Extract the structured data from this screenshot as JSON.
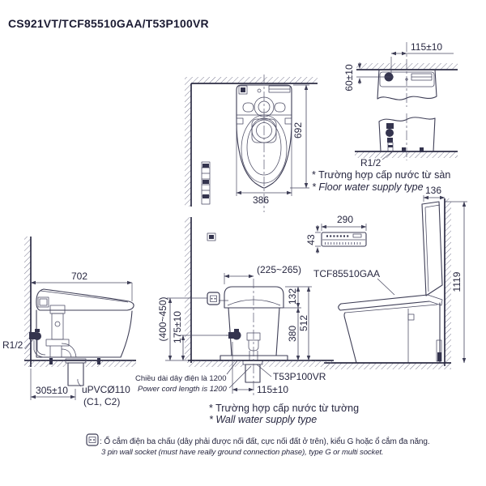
{
  "title": "CS921VT/TCF85510GAA/T53P100VR",
  "colors": {
    "line": "#3e3e56",
    "text": "#272740",
    "wall": "#2e2e46",
    "bg": "#ffffff"
  },
  "top_view": {
    "dim_depth": "692",
    "dim_width": "386"
  },
  "floor_supply_plan": {
    "dim_offset": "115±10",
    "dim_wall_clearance": "60±10"
  },
  "floor_supply_front": {
    "thread_label": "R1/2",
    "caption_vi": "* Trường hợp cấp nước từ sàn",
    "caption_en": "* Floor water supply type"
  },
  "side_open": {
    "dim_lid_depth": "136",
    "dim_total_height": "1119",
    "seat_label": "TCF85510GAA"
  },
  "remote": {
    "dim_width": "290",
    "dim_height": "43"
  },
  "side_closed": {
    "dim_length": "702",
    "thread_label": "R1/2",
    "dim_drain_offset": "305±10",
    "pipe_label": "uPVCØ110",
    "pipe_variants": "(C1, C2)"
  },
  "rear_view": {
    "dim_side_clearance": "(225~265)",
    "dim_lid_height": "132",
    "dim_body_height": "380",
    "dim_total_height": "512",
    "dim_socket_height": "(400~450)",
    "dim_valve_height": "175±10",
    "dim_supply_offset": "115±10",
    "cord_note_vi": "Chiều dài dây điện là 1200",
    "cord_note_en": "Power cord length is 1200",
    "valve_label": "T53P100VR",
    "caption_vi": "* Trường hợp cấp nước từ tường",
    "caption_en": "* Wall water supply type"
  },
  "note": {
    "socket_icon": "power-socket",
    "line1_vi": ": Ổ cắm điện ba chấu (dây phải được nối đất, cực nối đất ở trên), kiểu G hoặc ổ cắm đa năng.",
    "line2_en": "3 pin wall socket (must have really ground connection phase), type G or multi socket."
  }
}
